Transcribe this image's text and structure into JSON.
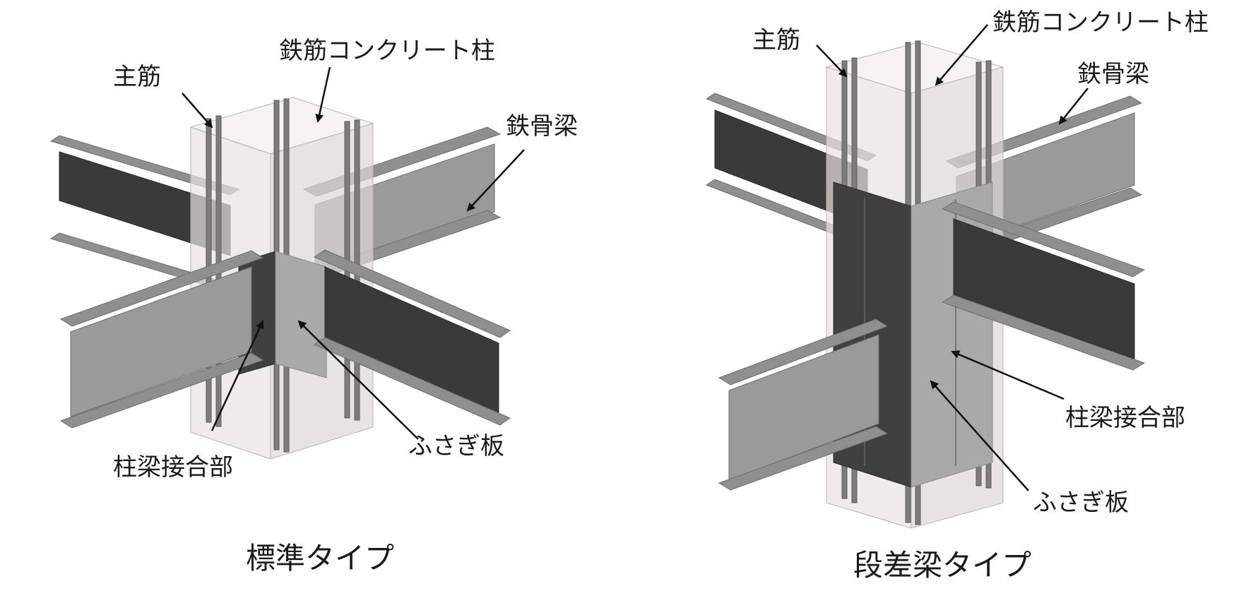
{
  "colors": {
    "flange": "#8f8f8f",
    "flange_dark": "#6e6e6e",
    "web": "#3a3a3a",
    "column": "#e9e2e2",
    "column_edge": "#b9b4b4",
    "rebar": "#7c7c7c",
    "panel_light": "#a9a9a9",
    "panel_dark": "#404040",
    "arrow": "#111111"
  },
  "standard": {
    "caption": "標準タイプ",
    "labels": {
      "main_rebar": "主筋",
      "rc_column": "鉄筋コンクリート柱",
      "steel_beam": "鉄骨梁",
      "joint": "柱梁接合部",
      "cover_plate": "ふさぎ板"
    }
  },
  "stepped": {
    "caption": "段差梁タイプ",
    "labels": {
      "main_rebar": "主筋",
      "rc_column": "鉄筋コンクリート柱",
      "steel_beam": "鉄骨梁",
      "joint": "柱梁接合部",
      "cover_plate": "ふさぎ板"
    }
  }
}
